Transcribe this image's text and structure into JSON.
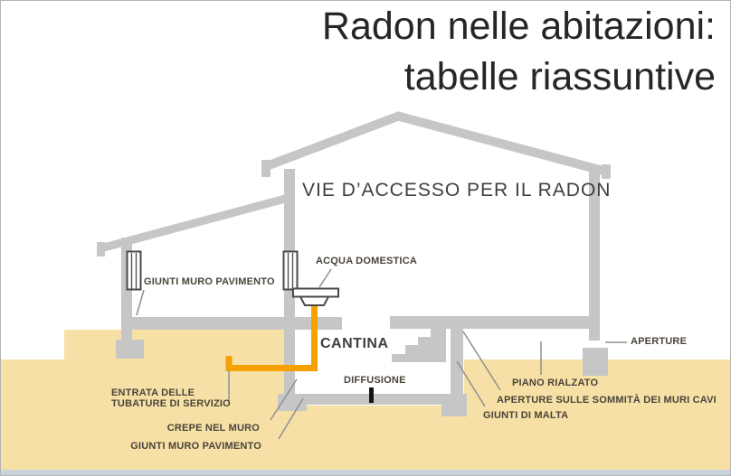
{
  "title": {
    "line1": "Radon nelle abitazioni:",
    "line2": "tabelle riassuntive"
  },
  "diagram": {
    "heading": "VIE D’ACCESSO PER IL RADON",
    "labels": {
      "giunti_muro_pavimento_top": "GIUNTI MURO PAVIMENTO",
      "acqua_domestica": "ACQUA DOMESTICA",
      "cantina": "CANTINA",
      "diffusione": "DIFFUSIONE",
      "aperture": "APERTURE",
      "piano_rialzato": "PIANO RIALZATO",
      "aperture_sommita": "APERTURE SULLE SOMMITÀ DEI MURI CAVI",
      "giunti_di_malta": "GIUNTI DI MALTA",
      "entrata_line1": "ENTRATA DELLE",
      "entrata_line2": "TUBATURE DI SERVIZIO",
      "crepe_nel_muro": "CREPE NEL MURO",
      "giunti_muro_pavimento_bottom": "GIUNTI MURO PAVIMENTO"
    },
    "colors": {
      "ground": "#F7E0A6",
      "structure": "#C6C6C6",
      "outline": "#4A4A4A",
      "pipe_accent": "#F5A100",
      "leader": "#8F8F8F",
      "label_text": "#4A443A",
      "heading_text": "#3F3F3F",
      "title_text": "#262626",
      "footer_bar": "#C9D3DB",
      "diffusion_arrow": "#141414"
    }
  }
}
